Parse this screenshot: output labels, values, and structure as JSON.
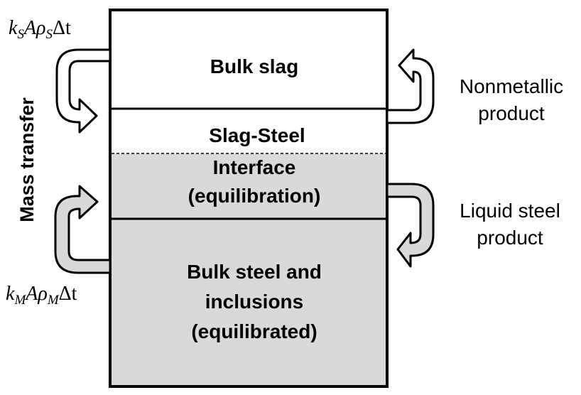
{
  "blocks": {
    "bulk_slag": "Bulk slag",
    "slag_steel": "Slag-Steel",
    "interface": "Interface",
    "equilibration": "(equilibration)",
    "bulk_steel_line1": "Bulk steel and",
    "bulk_steel_line2": "inclusions",
    "bulk_steel_line3": "(equilibrated)"
  },
  "side_labels": {
    "mass_transfer": "Mass transfer",
    "nonmetallic_line1": "Nonmetallic",
    "nonmetallic_line2": "product",
    "liquid_steel_line1": "Liquid steel",
    "liquid_steel_line2": "product"
  },
  "formulas": {
    "slag": {
      "k": "k",
      "k_sub": "S",
      "a": "A",
      "rho": "ρ",
      "rho_sub": "S",
      "delta_t": "Δt"
    },
    "metal": {
      "k": "k",
      "k_sub": "M",
      "a": "A",
      "rho": "ρ",
      "rho_sub": "M",
      "delta_t": "Δt"
    }
  },
  "colors": {
    "steel_region_fill": "#d9d9d9",
    "slag_region_fill": "#ffffff",
    "outline": "#000000"
  }
}
